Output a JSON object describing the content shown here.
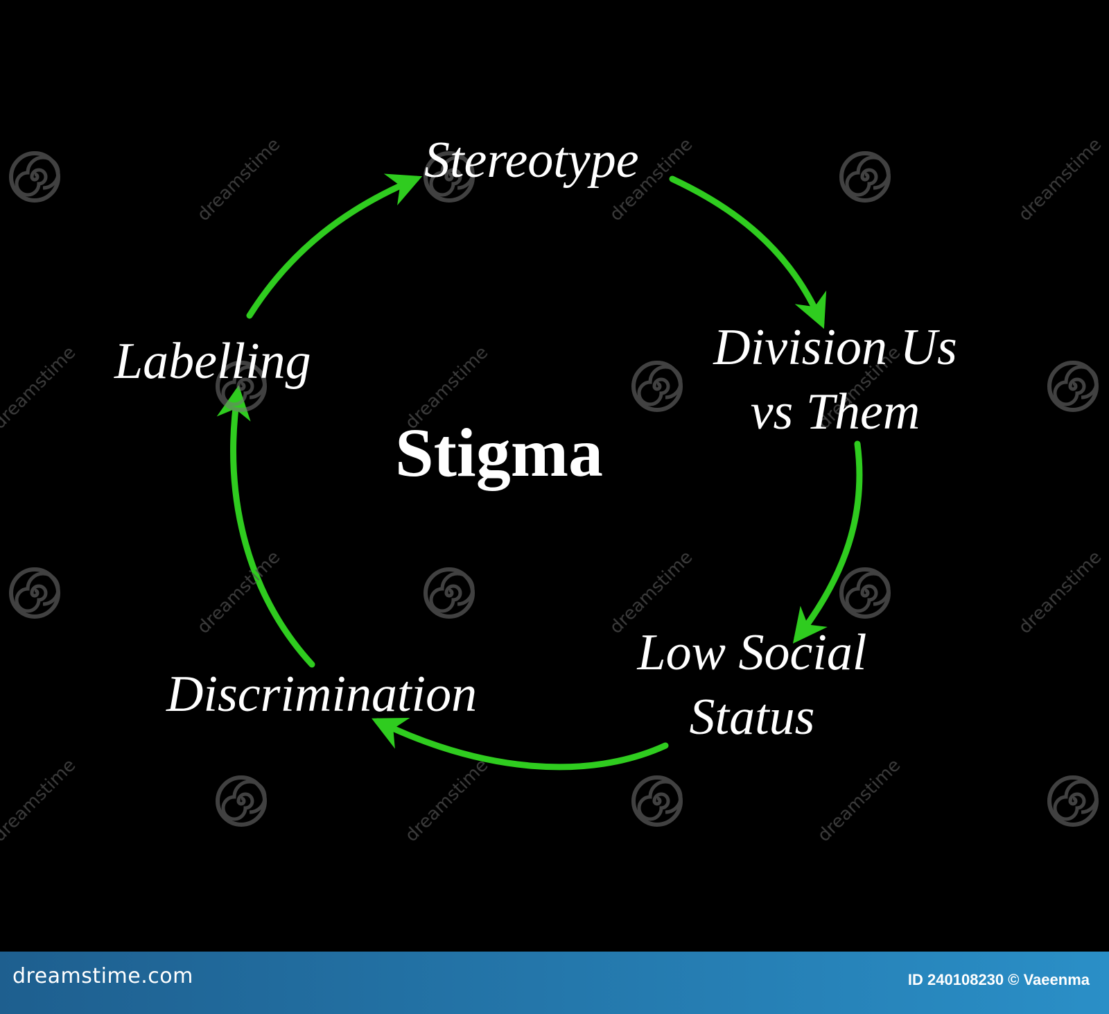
{
  "diagram": {
    "center_label": "Stigma",
    "nodes": {
      "stereotype": "Stereotype",
      "division_line1": "Division Us",
      "division_line2": "vs Them",
      "low_status_line1": "Low Social",
      "low_status_line2": "Status",
      "discrimination": "Discrimination",
      "labelling": "Labelling"
    },
    "arrow_color": "#2fcc1f",
    "text_color": "#ffffff",
    "background": "#000000"
  },
  "footer": {
    "logo_text": "dreamstime.com",
    "credit": "ID 240108230 © Vaeenma",
    "background_from": "#1e5f8f",
    "background_to": "#2a8fc7"
  },
  "watermark": {
    "text": "dreamstime",
    "icon": "dreamstime-spiral-icon"
  }
}
